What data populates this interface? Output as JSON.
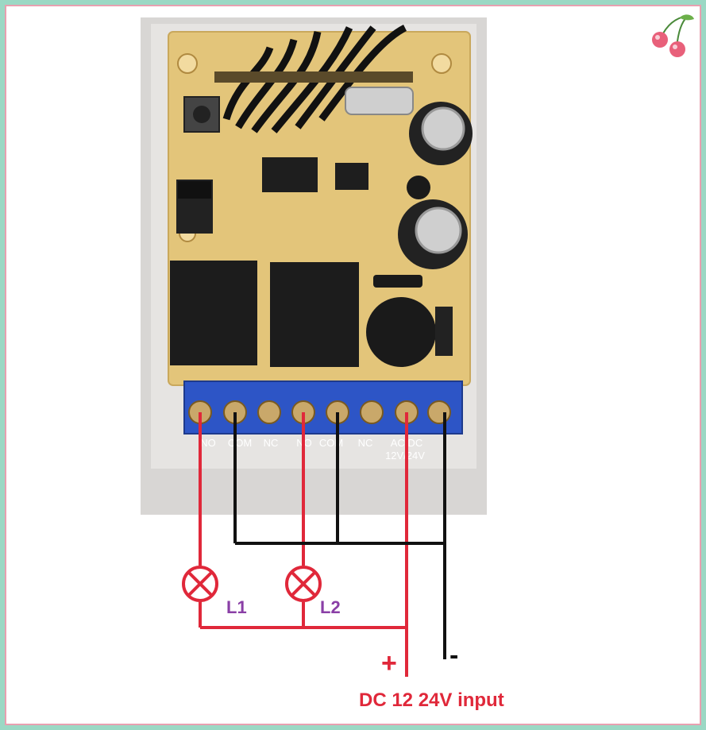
{
  "terminals": [
    "NO",
    "COM",
    "NC",
    "NO",
    "COM",
    "NC",
    "AC/DC",
    "12V/24V"
  ],
  "ac_dc": "AC/DC",
  "volt": "12V/24V",
  "lamp1": "L1",
  "lamp2": "L2",
  "plus": "+",
  "minus": "-",
  "caption": "DC 12 24V input",
  "colors": {
    "red": "#e0283a",
    "black": "#111111",
    "purple": "#8a3fa6",
    "board": "#e3c57a"
  }
}
